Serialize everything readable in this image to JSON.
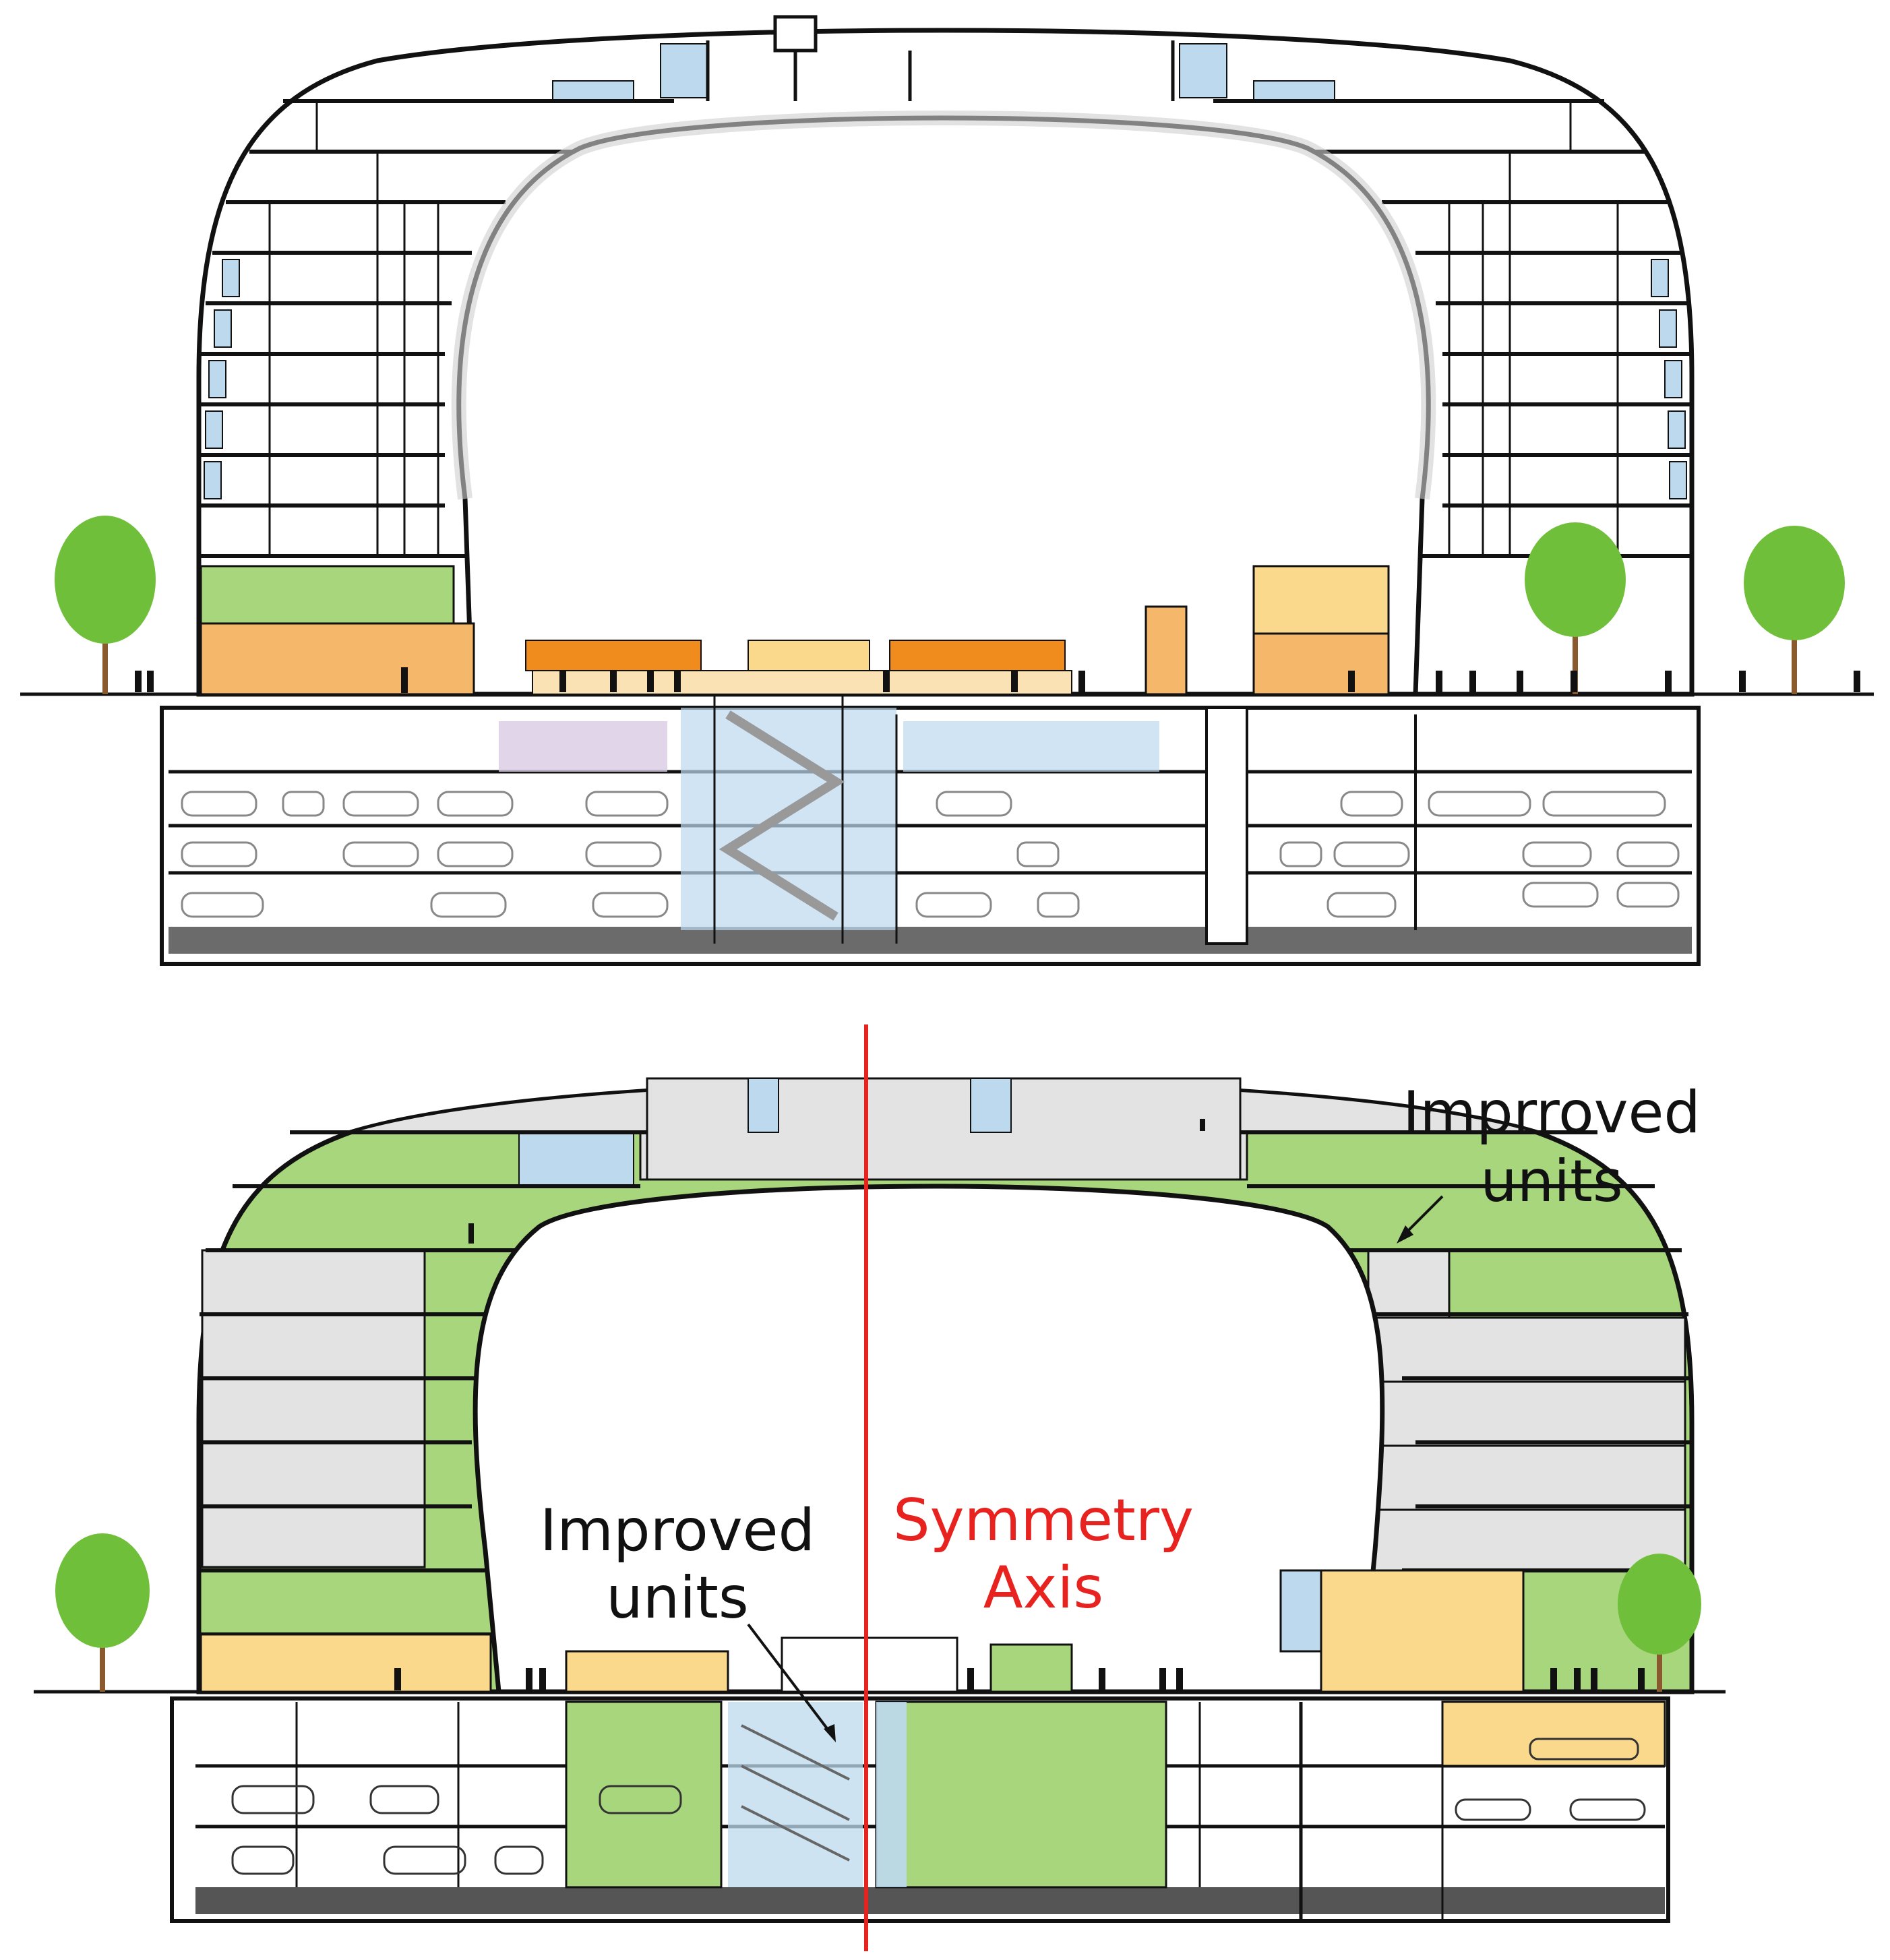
{
  "annotations": {
    "top_right_label_line1": "Imprroved",
    "top_right_label_line2": "units",
    "center_label_line1": "Improved",
    "center_label_line2": "units",
    "axis_label_line1": "Symmetry",
    "axis_label_line2": "Axis"
  },
  "colors": {
    "line": "#111111",
    "axis": "#e8231f",
    "improved_green": "#a8d67c",
    "light_green": "#c5e6a0",
    "grey_unit": "#e3e3e3",
    "glass_blue": "#bcd9ee",
    "commercial_orange": "#f5b86a",
    "commercial_yellow": "#fbd98c",
    "market_orange": "#f08c1e",
    "tree_green": "#6fbf3a",
    "trunk": "#8a5a2e",
    "basement_floor": "#555555"
  }
}
